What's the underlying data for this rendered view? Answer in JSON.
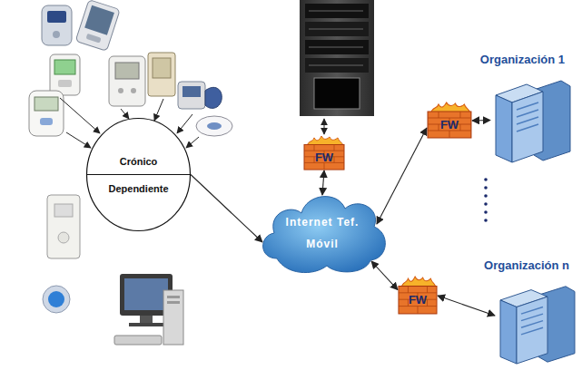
{
  "diagram": {
    "nodes": [
      {
        "text": [
          "Crónico",
          "Dependiente"
        ]
      },
      {
        "text": [
          "Internet Tef. Móvil"
        ]
      },
      {
        "text": [
          "FW"
        ]
      },
      {
        "text": [
          "Organización 1"
        ]
      },
      {
        "text": [
          "FW"
        ]
      },
      {
        "text": [
          "Organización n"
        ]
      },
      {
        "text": [
          "FW"
        ]
      }
    ],
    "edges": [
      {
        "from": 0,
        "to": 1,
        "arrow": "to"
      },
      {
        "from": 2,
        "to": 1,
        "arrow": "both"
      },
      {
        "from": 1,
        "to": 4,
        "arrow": "both"
      },
      {
        "from": 4,
        "to": 3,
        "arrow": "both"
      },
      {
        "from": 1,
        "to": 6,
        "arrow": "both"
      },
      {
        "from": 6,
        "to": 5,
        "arrow": "both"
      }
    ]
  }
}
